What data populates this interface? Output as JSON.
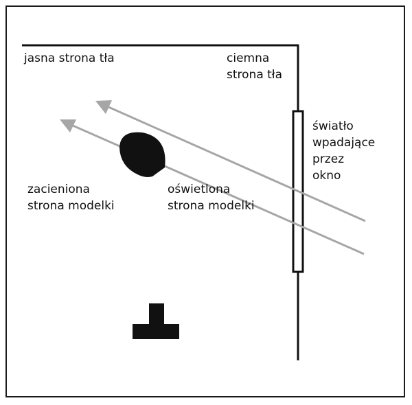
{
  "labels": {
    "bright_side": "jasna strona tła",
    "dark_side": "ciemna\nstrona tła",
    "window_light": "światło\nwpadające\nprzez\nokno",
    "shadow_side": "zacieniona\nstrona modelki",
    "lit_side": "oświetlona\nstrona modelki"
  },
  "colors": {
    "frame": "#1a1a1a",
    "wall": "#111111",
    "light_ray": "#a6a6a6",
    "model": "#111111",
    "camera": "#111111",
    "window_fill": "#ffffff"
  }
}
